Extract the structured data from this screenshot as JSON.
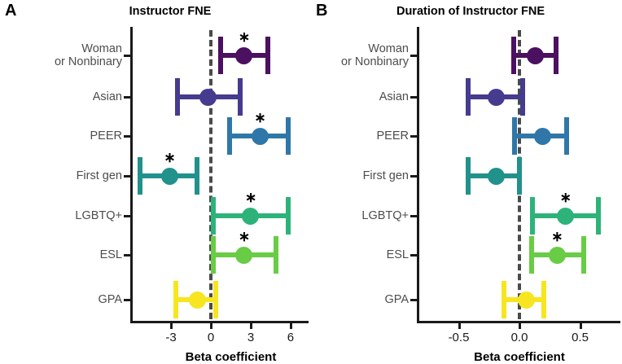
{
  "figure": {
    "xlabel": "Beta coefficient",
    "significance_marker": "∗"
  },
  "panels": [
    {
      "letter": "A",
      "title": "Instructor FNE",
      "xticks": [
        "-3",
        "0",
        "3",
        "6"
      ]
    },
    {
      "letter": "B",
      "title": "Duration of Instructor FNE",
      "xticks": [
        "-0.5",
        "0.0",
        "0.5"
      ]
    }
  ],
  "categories": [
    "Woman\nor Nonbinary",
    "Asian",
    "PEER",
    "First gen",
    "LGBTQ+",
    "ESL",
    "GPA"
  ],
  "colors": [
    "#4b1060",
    "#453b8f",
    "#2f77a8",
    "#21918c",
    "#2db37a",
    "#68cc45",
    "#f7e game"
  ],
  "chart_data": [
    {
      "type": "scatter",
      "title": "Instructor FNE",
      "xlabel": "Beta coefficient",
      "ylabel": "",
      "xlim": [
        -5.9,
        6.6
      ],
      "xticks": [
        -3,
        0,
        3,
        6
      ],
      "xticklabels": [
        "-3",
        "0",
        "3",
        "6"
      ],
      "grid": false,
      "reference_line": 0,
      "categories": [
        "Woman or Nonbinary",
        "Asian",
        "PEER",
        "First gen",
        "LGBTQ+",
        "ESL",
        "GPA"
      ],
      "values": [
        2.5,
        -0.2,
        3.7,
        -3.1,
        3.0,
        2.5,
        -1.0
      ],
      "ci_low": [
        0.55,
        -2.7,
        1.2,
        -5.5,
        0.0,
        0.0,
        -2.8
      ],
      "ci_high": [
        4.5,
        2.4,
        6.0,
        -0.85,
        6.0,
        5.1,
        0.55
      ],
      "significant": [
        true,
        false,
        true,
        true,
        true,
        true,
        false
      ],
      "colors": [
        "#4b1060",
        "#453b8f",
        "#2f77a8",
        "#21918c",
        "#2db37a",
        "#68cc45",
        "#f7e520"
      ]
    },
    {
      "type": "scatter",
      "title": "Duration of Instructor FNE",
      "xlabel": "Beta coefficient",
      "ylabel": "",
      "xlim": [
        -0.62,
        0.72
      ],
      "xticks": [
        -0.5,
        0.0,
        0.5
      ],
      "xticklabels": [
        "-0.5",
        "0.0",
        "0.5"
      ],
      "grid": false,
      "reference_line": 0,
      "categories": [
        "Woman or Nonbinary",
        "Asian",
        "PEER",
        "First gen",
        "LGBTQ+",
        "ESL",
        "GPA"
      ],
      "values": [
        0.13,
        -0.19,
        0.19,
        -0.19,
        0.38,
        0.31,
        0.06
      ],
      "ci_low": [
        -0.07,
        -0.44,
        -0.06,
        -0.44,
        0.09,
        0.08,
        -0.15
      ],
      "ci_high": [
        0.32,
        0.05,
        0.41,
        0.02,
        0.67,
        0.55,
        0.22
      ],
      "significant": [
        false,
        false,
        false,
        false,
        true,
        true,
        false
      ],
      "colors": [
        "#4b1060",
        "#453b8f",
        "#2f77a8",
        "#21918c",
        "#2db37a",
        "#68cc45",
        "#f7e520"
      ]
    }
  ]
}
